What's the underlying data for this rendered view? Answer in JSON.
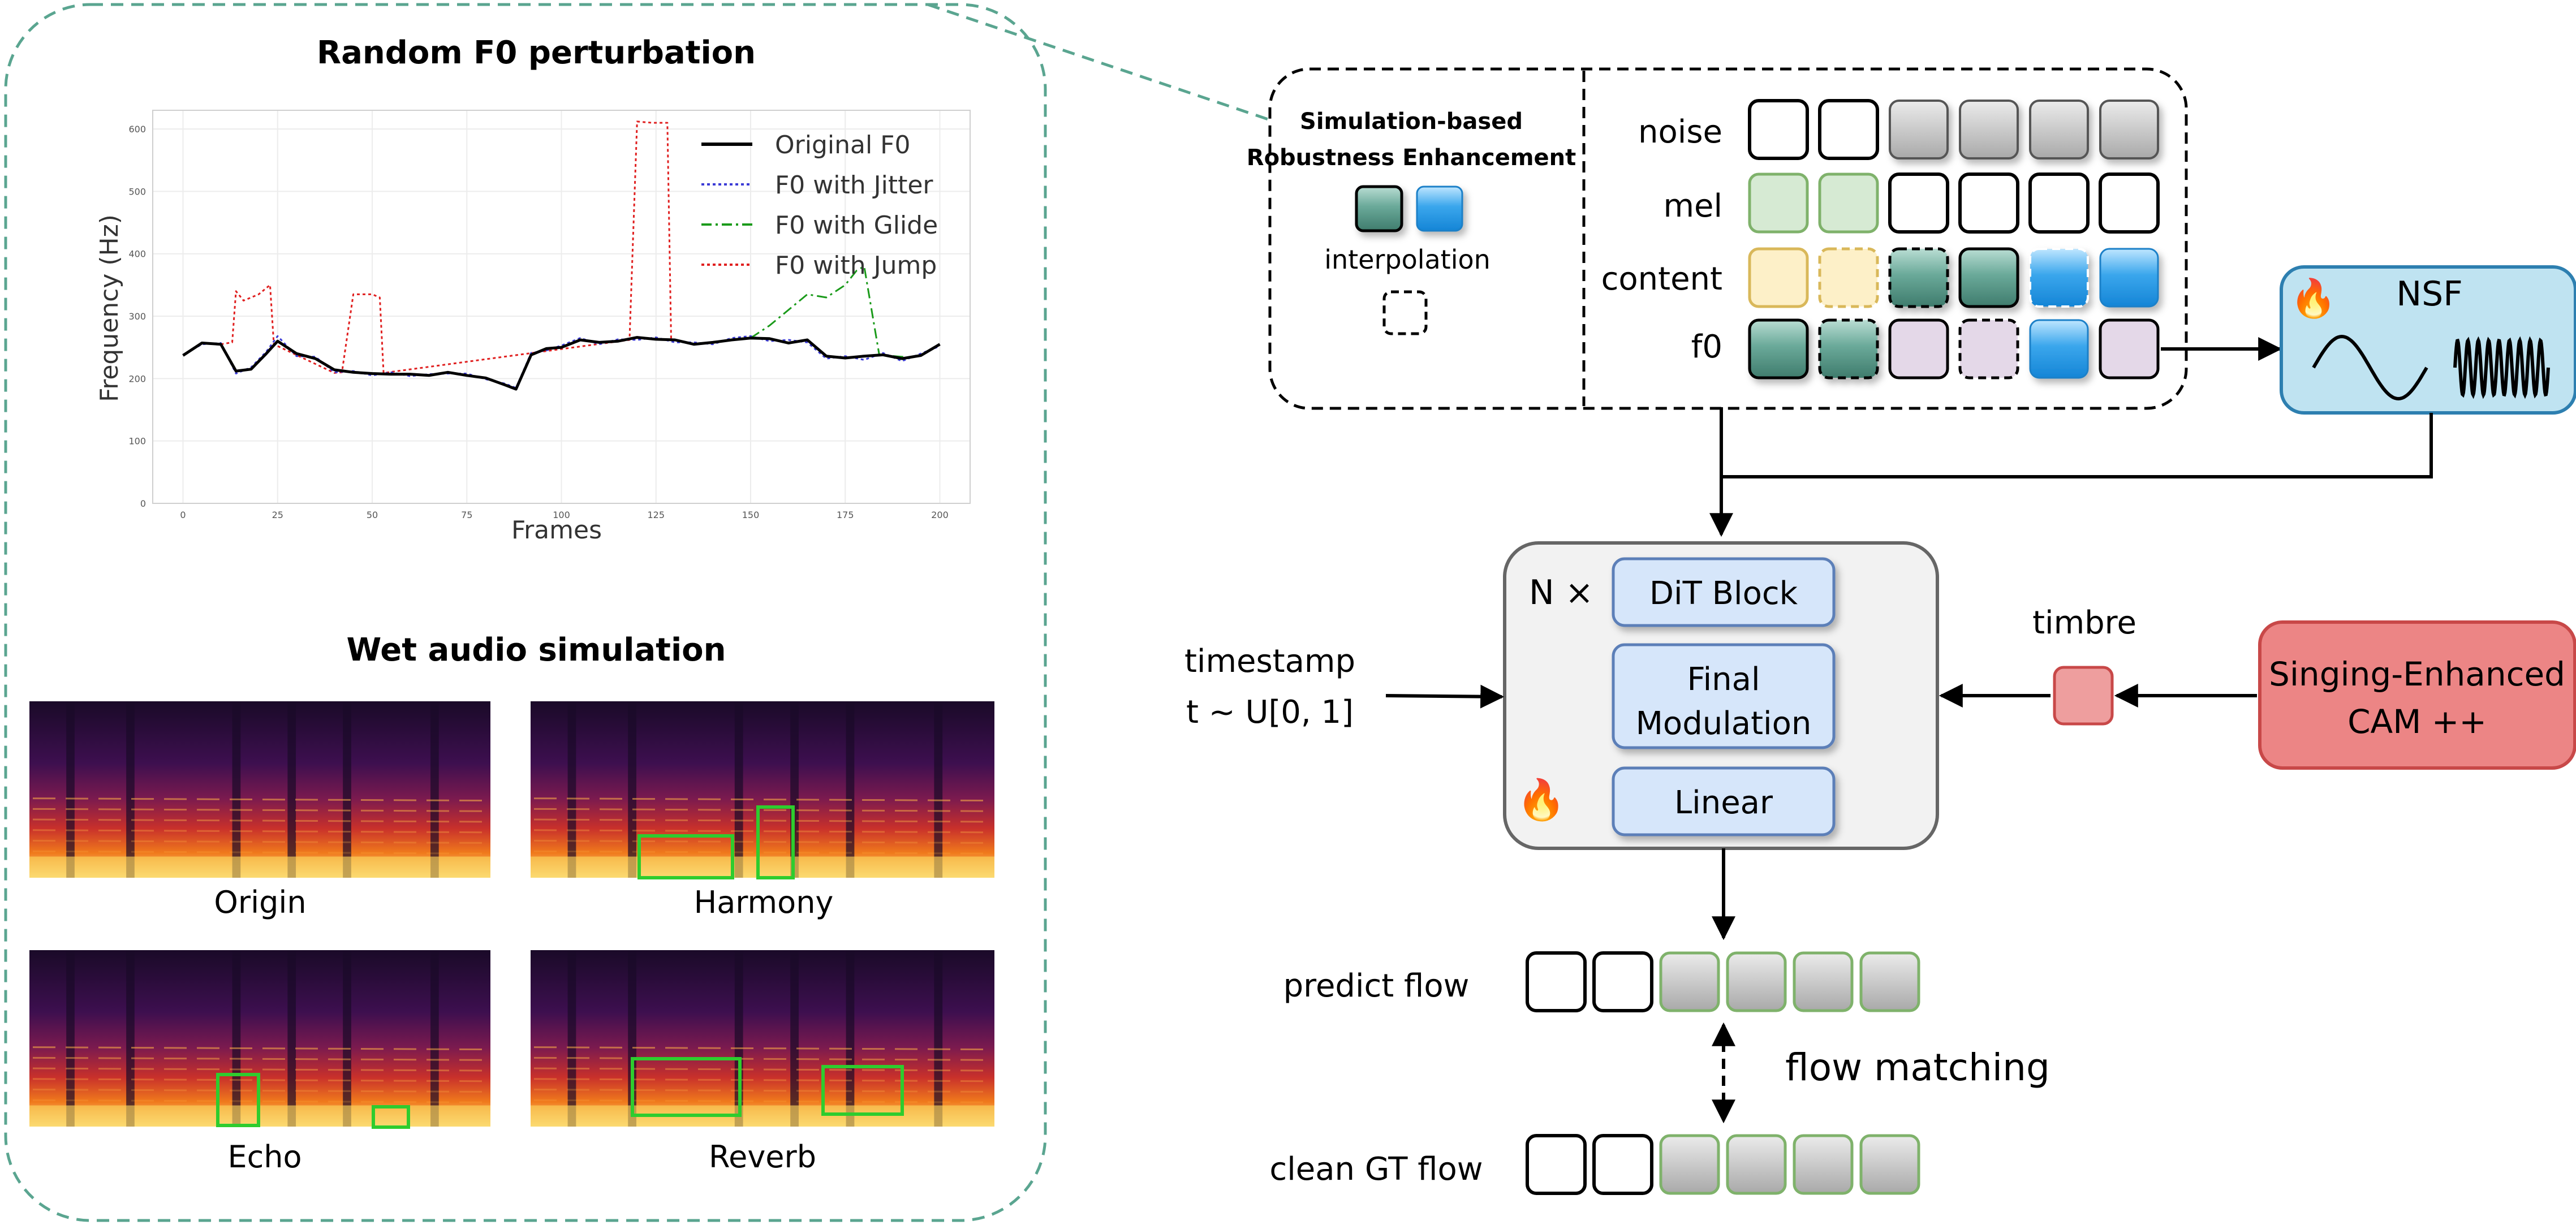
{
  "left_panel": {
    "f0_section_title": "Random F0 perturbation",
    "wet_section_title": "Wet audio simulation",
    "spectrograms": [
      {
        "label": "Origin"
      },
      {
        "label": "Harmony"
      },
      {
        "label": "Echo"
      },
      {
        "label": "Reverb"
      }
    ]
  },
  "chart_data": {
    "type": "line",
    "xlabel": "Frames",
    "ylabel": "Frequency (Hz)",
    "xlim": [
      -8,
      208
    ],
    "ylim": [
      0,
      630
    ],
    "xticks": [
      "0",
      "25",
      "50",
      "75",
      "100",
      "125",
      "150",
      "175",
      "200"
    ],
    "yticks": [
      "0",
      "100",
      "200",
      "300",
      "400",
      "500",
      "600"
    ],
    "grid": true,
    "legend_position": "top-right",
    "series": [
      {
        "name": "Original F0",
        "color": "#000000",
        "style": "solid",
        "x": [
          0,
          5,
          10,
          14,
          18,
          22,
          25,
          30,
          35,
          40,
          45,
          50,
          55,
          60,
          65,
          70,
          75,
          80,
          85,
          88,
          92,
          96,
          100,
          105,
          110,
          115,
          120,
          125,
          130,
          135,
          140,
          145,
          150,
          155,
          160,
          165,
          170,
          175,
          180,
          185,
          190,
          195,
          200
        ],
        "y": [
          237,
          257,
          255,
          212,
          215,
          240,
          260,
          240,
          232,
          214,
          210,
          208,
          207,
          207,
          205,
          210,
          205,
          201,
          190,
          183,
          238,
          248,
          250,
          262,
          258,
          260,
          266,
          263,
          262,
          255,
          258,
          262,
          265,
          264,
          257,
          262,
          236,
          233,
          236,
          238,
          232,
          237,
          255
        ]
      },
      {
        "name": "F0 with Jitter",
        "color": "#3b3bd6",
        "style": "dotted",
        "x": [
          0,
          5,
          10,
          14,
          18,
          22,
          25,
          30,
          35,
          40,
          45,
          50,
          55,
          60,
          65,
          70,
          75,
          80,
          85,
          88,
          92,
          96,
          100,
          105,
          110,
          115,
          120,
          125,
          130,
          135,
          140,
          145,
          150,
          155,
          160,
          165,
          170,
          175,
          180,
          185,
          190,
          195,
          200
        ],
        "y": [
          238,
          255,
          257,
          208,
          218,
          243,
          268,
          236,
          235,
          210,
          212,
          205,
          210,
          204,
          207,
          208,
          208,
          199,
          192,
          185,
          241,
          245,
          253,
          265,
          255,
          263,
          262,
          266,
          258,
          258,
          255,
          265,
          268,
          260,
          262,
          258,
          232,
          236,
          230,
          241,
          228,
          240,
          252
        ]
      },
      {
        "name": "F0 with Glide",
        "color": "#1a9a1a",
        "style": "dashdot",
        "x": [
          150,
          155,
          160,
          165,
          170,
          175,
          178,
          180,
          184,
          188,
          192
        ],
        "y": [
          265,
          285,
          310,
          335,
          330,
          350,
          373,
          380,
          238,
          236,
          234
        ]
      },
      {
        "name": "F0 with Jump",
        "color": "#e02020",
        "style": "dotted",
        "x": [
          10,
          13,
          14,
          16,
          18,
          20,
          22,
          23,
          24,
          40,
          42,
          45,
          50,
          52,
          53,
          118,
          120,
          124,
          128,
          129
        ],
        "y": [
          255,
          258,
          340,
          325,
          330,
          335,
          345,
          350,
          255,
          209,
          210,
          335,
          335,
          330,
          209,
          262,
          612,
          610,
          610,
          262
        ]
      }
    ]
  },
  "right_panel": {
    "sim_title_1": "Simulation-based",
    "sim_title_2": "Robustness Enhancement",
    "interpolation_label": "interpolation",
    "row_labels": [
      "noise",
      "mel",
      "content",
      "f0"
    ],
    "nsf_label": "NSF",
    "dit_n_label": "N ×",
    "dit_block_label": "DiT Block",
    "final_mod_line1": "Final",
    "final_mod_line2": "Modulation",
    "linear_label": "Linear",
    "timestamp_line1": "timestamp",
    "timestamp_line2": "t ~ U[0, 1]",
    "timbre_label": "timbre",
    "encoder_line1": "Singing-Enhanced",
    "encoder_line2": "CAM ++",
    "predict_flow_label": "predict flow",
    "flow_matching_label": "flow matching",
    "clean_gt_label": "clean GT flow",
    "fire_icon_glyph": "🔥"
  }
}
